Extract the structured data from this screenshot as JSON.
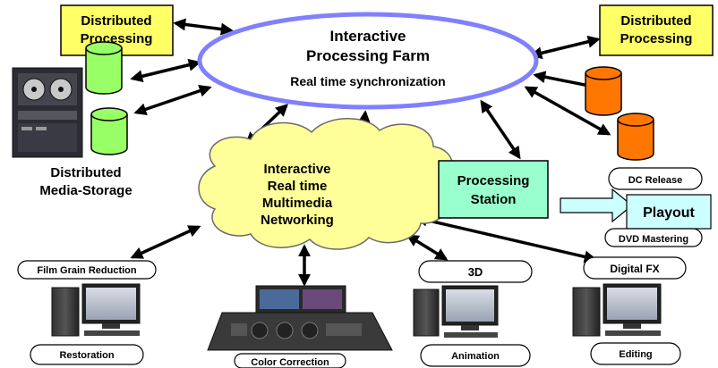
{
  "farm": {
    "title_line1": "Interactive",
    "title_line2": "Processing Farm",
    "subtitle": "Real time synchronization"
  },
  "network": {
    "line1": "Interactive",
    "line2": "Real time",
    "line3": "Multimedia",
    "line4": "Networking"
  },
  "dist_processing_left": {
    "line1": "Distributed",
    "line2": "Processing"
  },
  "dist_processing_right": {
    "line1": "Distributed",
    "line2": "Processing"
  },
  "media_storage": {
    "line1": "Distributed",
    "line2": "Media-Storage"
  },
  "processing_station": {
    "line1": "Processing",
    "line2": "Station"
  },
  "outputs": {
    "dc_release": "DC Release",
    "playout": "Playout",
    "dvd_mastering": "DVD Mastering"
  },
  "workstations": {
    "film_grain": "Film Grain Reduction",
    "restoration": "Restoration",
    "color_correction": "Color Correction",
    "three_d": "3D",
    "animation": "Animation",
    "digital_fx": "Digital FX",
    "editing": "Editing"
  },
  "colors": {
    "yellow_box": "#ffff66",
    "farm_fill": "#ffffff",
    "farm_stroke": "#8080ff",
    "cloud_fill": "#ffff99",
    "storage_green": "#99ff66",
    "storage_orange": "#ff7700",
    "station_fill": "#99ffcc",
    "playout_fill": "#ccffff"
  }
}
